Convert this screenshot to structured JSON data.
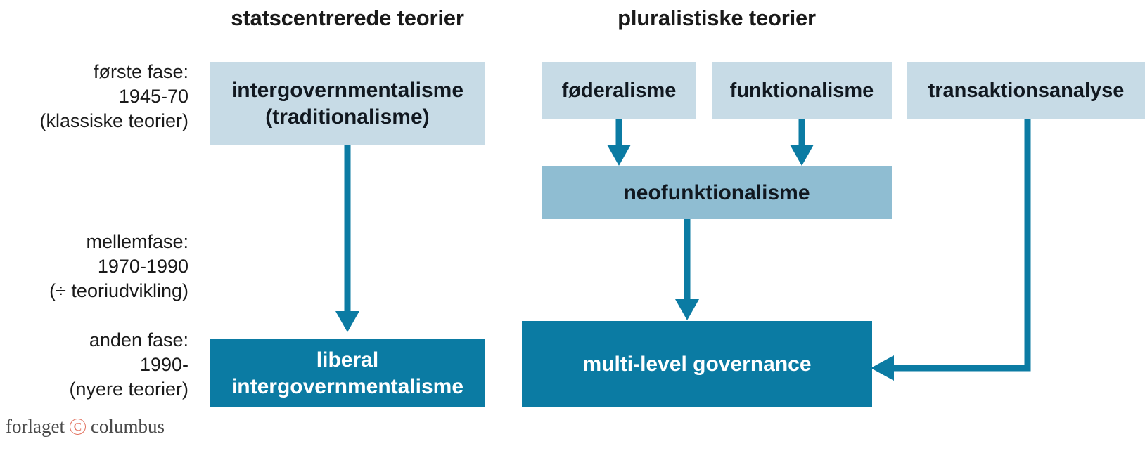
{
  "headings": {
    "state_centred": "statscentrerede teorier",
    "pluralist": "pluralistiske teorier"
  },
  "phases": [
    {
      "id": "first",
      "line1": "første fase:",
      "line2": "1945-70",
      "line3": "(klassiske teorier)"
    },
    {
      "id": "middle",
      "line1": "mellemfase:",
      "line2": "1970-1990",
      "line3": "(÷ teoriudvikling)"
    },
    {
      "id": "second",
      "line1": "anden fase:",
      "line2": "1990-",
      "line3": "(nyere teorier)"
    }
  ],
  "boxes": {
    "intergovernmentalisme": {
      "line1": "intergovernmentalisme",
      "line2": "(traditionalisme)",
      "fill": "#c7dbe6"
    },
    "foderalisme": {
      "label": "føderalisme",
      "fill": "#c7dbe6"
    },
    "funktionalisme": {
      "label": "funktionalisme",
      "fill": "#c7dbe6"
    },
    "transaktionsanalyse": {
      "label": "transaktionsanalyse",
      "fill": "#c7dbe6"
    },
    "neofunktionalisme": {
      "label": "neofunktionalisme",
      "fill": "#8fbdd2"
    },
    "liberal_intergovernmentalisme": {
      "line1": "liberal",
      "line2": "intergovernmentalisme",
      "fill": "#0b7ba3"
    },
    "multi_level_governance": {
      "label": "multi-level governance",
      "fill": "#0b7ba3"
    }
  },
  "connectors": [
    {
      "name": "intergovernmentalisme-to-liberal",
      "from": "intergovernmentalisme",
      "to": "liberal_intergovernmentalisme",
      "direction": "down"
    },
    {
      "name": "foderalisme-to-neofunktionalisme",
      "from": "foderalisme",
      "to": "neofunktionalisme",
      "direction": "down"
    },
    {
      "name": "funktionalisme-to-neofunktionalisme",
      "from": "funktionalisme",
      "to": "neofunktionalisme",
      "direction": "down"
    },
    {
      "name": "neofunktionalisme-to-multi-level-governance",
      "from": "neofunktionalisme",
      "to": "multi_level_governance",
      "direction": "down"
    },
    {
      "name": "transaktionsanalyse-to-multi-level-governance",
      "from": "transaktionsanalyse",
      "to": "multi_level_governance",
      "direction": "down-then-left"
    }
  ],
  "logo": {
    "prefix": "forlaget",
    "mark": "C",
    "suffix": "columbus",
    "mark_color": "#e2705d",
    "text_color": "#4a4a4a"
  },
  "palette": {
    "arrow": "#0b7ba3",
    "box_light": "#c7dbe6",
    "box_mid": "#8fbdd2",
    "box_dark": "#0b7ba3",
    "text_dark": "#111820",
    "text_light": "#ffffff",
    "background": "#ffffff"
  }
}
